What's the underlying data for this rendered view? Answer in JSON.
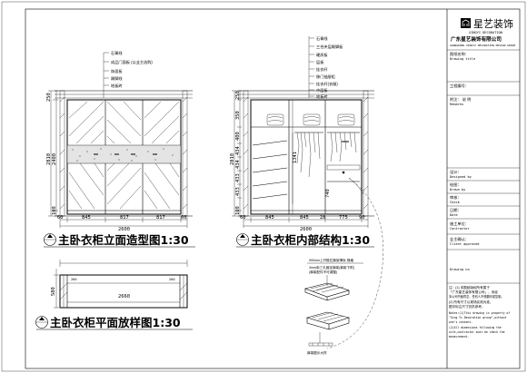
{
  "title_block": {
    "brand_name": "星艺装饰",
    "brand_en": "XINGYI DECORATION",
    "company_name": "广东星艺装饰有限公司",
    "company_en": "GUANGDONG XINGYI DECORATION DESIGN GROUP",
    "drawing_title_cn": "图纸名称：",
    "drawing_title_en": "Drawing title",
    "project_no": "工程编号：",
    "notes_cn": "附注：  说  明",
    "notes_en": "Remarks",
    "designed_cn": "设计：",
    "designed_en": "Designed by",
    "drawn_cn": "绘图：",
    "drawn_en": "Drawn by",
    "checked_cn": "审核：",
    "checked_en": "Check",
    "date_cn": "日期：",
    "date_en": "Date",
    "contractor_cn": "施工单位：",
    "contractor_en": "Contractor",
    "approved_cn": "业主确认：",
    "approved_en": "Client approved",
    "drawing_no": "Drawing no",
    "note_cn_1": "注：(1) 本图纸版权所有属于",
    "note_cn_2": "「广东星艺装饰有限公司」，未经",
    "note_cn_3": "本公司书面同意，任何人不得翻印或复制。",
    "note_cn_4": "(2) 所有尺寸以现场实测为准，",
    "note_cn_5": "图中标注尺寸仅供参考。",
    "note_en_1": "Notes:(1)This drawing is property of",
    "note_en_2": "\"Xing Yi Decoration group\",without",
    "note_en_3": "one's consent.",
    "note_en_4": "(2)All dimensions following the",
    "note_en_5": "site,contractor must be check the",
    "note_en_6": "measurement."
  },
  "views": {
    "elevation_title": "主卧衣柜立面造型图1:30",
    "interior_title": "主卧衣柜内部结构1:30",
    "plan_title": "主卧衣柜平面放样图1:30"
  },
  "elevation": {
    "callouts": [
      "石膏线",
      "成品门面板 (以业主选购)",
      "饰面板",
      "踢脚线",
      "地板砖"
    ],
    "dims_bottom": [
      "60",
      "845",
      "817",
      "817",
      "60"
    ],
    "dim_total": "2600",
    "dims_left": [
      "250",
      "2810",
      "2400",
      "100"
    ]
  },
  "interior": {
    "callouts": [
      "石膏线",
      "三合夹层踢脚板",
      "硬质板",
      "层板",
      "挂衣杆",
      "移门抽屉柜",
      "挂衣杆(衣服)",
      "中层板",
      "地板砖"
    ],
    "dims_bottom": [
      "60",
      "845",
      "845",
      "28",
      "775",
      "90"
    ],
    "dim_total": "2600",
    "dims_left": [
      "250",
      "350",
      "400",
      "434",
      "434",
      "433",
      "433",
      "2810",
      "100"
    ],
    "inner_dims": [
      "1341",
      "740"
    ],
    "detail_label_1": "900mm上开推拉裤架滑轨 规格",
    "detail_label_2": "3mm用三孔固定裤架(裤架下附)",
    "detail_label_3": "(裤架配件不可调整)",
    "detail_caption": "裤架图示大样"
  },
  "plan": {
    "dim_length": "2660",
    "dim_left": "260",
    "dim_depth": "580",
    "dim_right": "260"
  }
}
